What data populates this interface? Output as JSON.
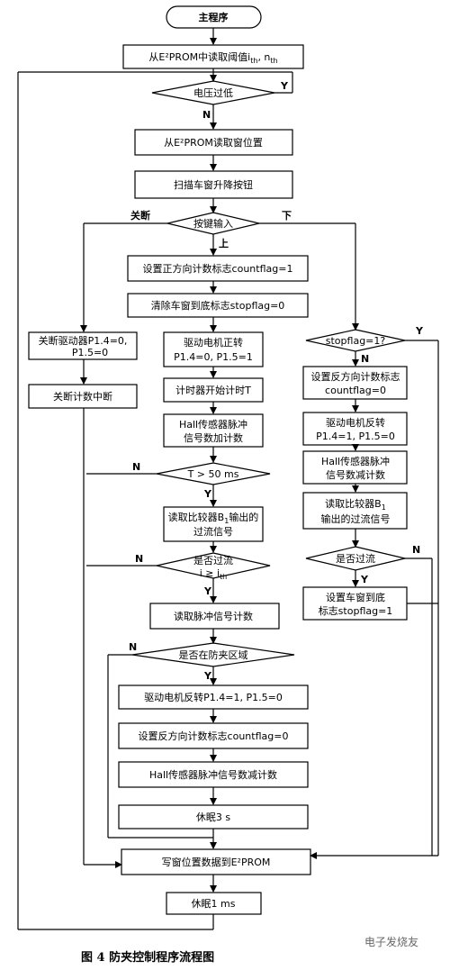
{
  "nodes": {
    "start": "主程序",
    "read_threshold": "从E²PROM中读取阈值i",
    "read_threshold_sub": "th",
    "read_threshold_tail": ", n",
    "read_threshold_sub2": "th",
    "voltage_low": "电压过低",
    "read_window_pos": "从E²PROM读取窗位置",
    "scan_buttons": "扫描车窗升降按钮",
    "key_input": "按键输入",
    "set_forward_count": "设置正方向计数标志countflag=1",
    "clear_bottom_flag": "清除车窗到底标志stopflag=0",
    "close_driver_1": "关断驱动器P1.4=0,",
    "close_driver_2": "P1.5=0",
    "close_counter_int": "关断计数中断",
    "motor_forward_1": "驱动电机正转",
    "motor_forward_2": "P1.4=0, P1.5=1",
    "timer_start": "计时器开始计时T",
    "hall_add_1": "Hall传感器脉冲",
    "hall_add_2": "信号数加计数",
    "t_gt_50": "T > 50 ms",
    "read_comp_1": "读取比较器B",
    "read_comp_1_sub": "1",
    "read_comp_1_tail": "输出的",
    "read_comp_2": "过流信号",
    "overcurrent_1": "是否过流",
    "overcurrent_2": "i ≥ i",
    "overcurrent_2_sub": "th",
    "read_pulse_count": "读取脉冲信号计数",
    "anti_pinch_zone": "是否在防夹区域",
    "motor_reverse_set": "驱动电机反转P1.4=1, P1.5=0",
    "set_reverse_count": "设置反方向计数标志countflag=0",
    "hall_sub_count": "Hall传感器脉冲信号数减计数",
    "sleep_3s": "休眠3 s",
    "write_window_pos": "写窗位置数据到E²PROM",
    "sleep_1ms": "休眠1 ms",
    "stopflag_check": "stopflag=1?",
    "set_reverse_count_r_1": "设置反方向计数标志",
    "set_reverse_count_r_2": "countflag=0",
    "motor_reverse_r_1": "驱动电机反转",
    "motor_reverse_r_2": "P1.4=1, P1.5=0",
    "hall_sub_r_1": "Hall传感器脉冲",
    "hall_sub_r_2": "信号数减计数",
    "read_comp_r_1": "读取比较器B",
    "read_comp_r_1_sub": "1",
    "read_comp_r_2": "输出的过流信号",
    "overcurrent_r": "是否过流",
    "set_bottom_flag_1": "设置车窗到底",
    "set_bottom_flag_2": "标志stopflag=1"
  },
  "labels": {
    "yes": "Y",
    "no": "N",
    "close": "关断",
    "down": "下",
    "up": "上"
  },
  "caption": "图 4    防夹控制程序流程图",
  "watermark": "电子发烧友"
}
